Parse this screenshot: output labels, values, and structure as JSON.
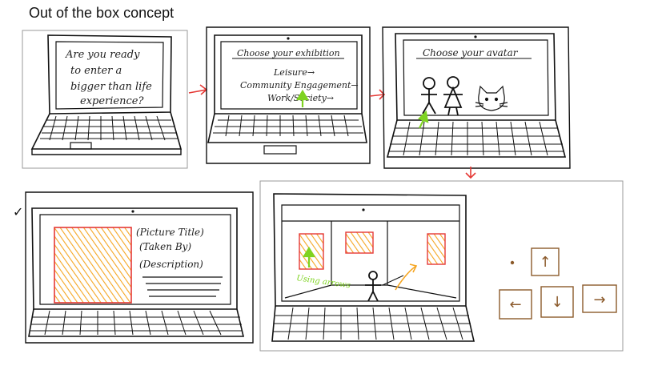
{
  "page_title": "Out of the box concept",
  "colors": {
    "ink": "#111111",
    "arrow_red": "#e53935",
    "highlight_green": "#7ed321",
    "scribble_orange": "#f5a623",
    "frame_red": "#e53935",
    "brown": "#8b5a2b"
  },
  "panel1": {
    "lines": [
      "Are you ready",
      "to enter a",
      "bigger than life",
      "experience?"
    ]
  },
  "panel2": {
    "header": "Choose your exhibition",
    "options": [
      "Leisure→",
      "Community Engagement→",
      "Work/Society→"
    ]
  },
  "panel3": {
    "header": "Choose your avatar",
    "avatars": [
      "stick-figure-man-icon",
      "stick-figure-woman-icon",
      "cat-icon"
    ]
  },
  "panel4": {
    "mark": "✓",
    "lines": [
      "(Picture Title)",
      "(Taken By)",
      "(Description)"
    ]
  },
  "panel5": {
    "note": "Using arrows",
    "keys": [
      "↑",
      "←",
      "↓",
      "→"
    ]
  }
}
